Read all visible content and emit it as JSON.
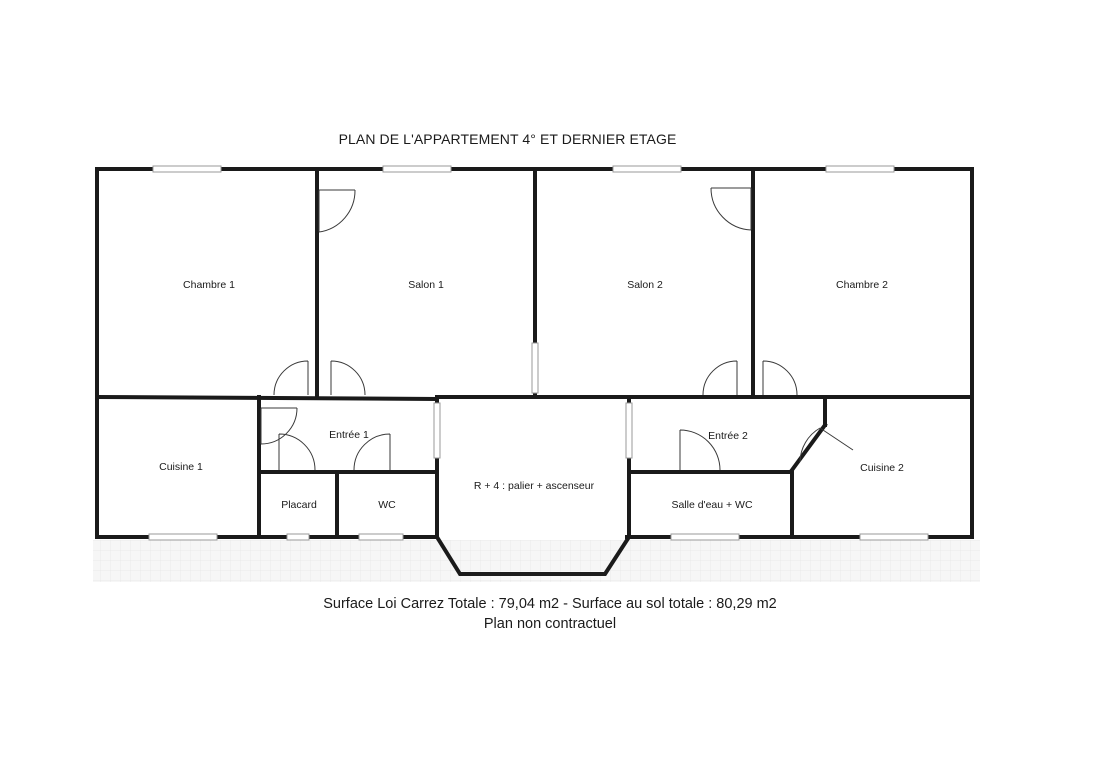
{
  "title": "PLAN DE L'APPARTEMENT 4° ET DERNIER ETAGE",
  "rooms": {
    "chambre1": "Chambre 1",
    "salon1": "Salon 1",
    "salon2": "Salon 2",
    "chambre2": "Chambre 2",
    "cuisine1": "Cuisine 1",
    "entree1": "Entrée 1",
    "placard": "Placard",
    "wc": "WC",
    "palier": "R + 4 : palier + ascenseur",
    "entree2": "Entrée 2",
    "salle_eau": "Salle d'eau + WC",
    "cuisine2": "Cuisine 2"
  },
  "footer": {
    "surface": "Surface Loi Carrez Totale : 79,04 m2 - Surface au sol totale : 80,29 m2",
    "note": "Plan non contractuel"
  }
}
